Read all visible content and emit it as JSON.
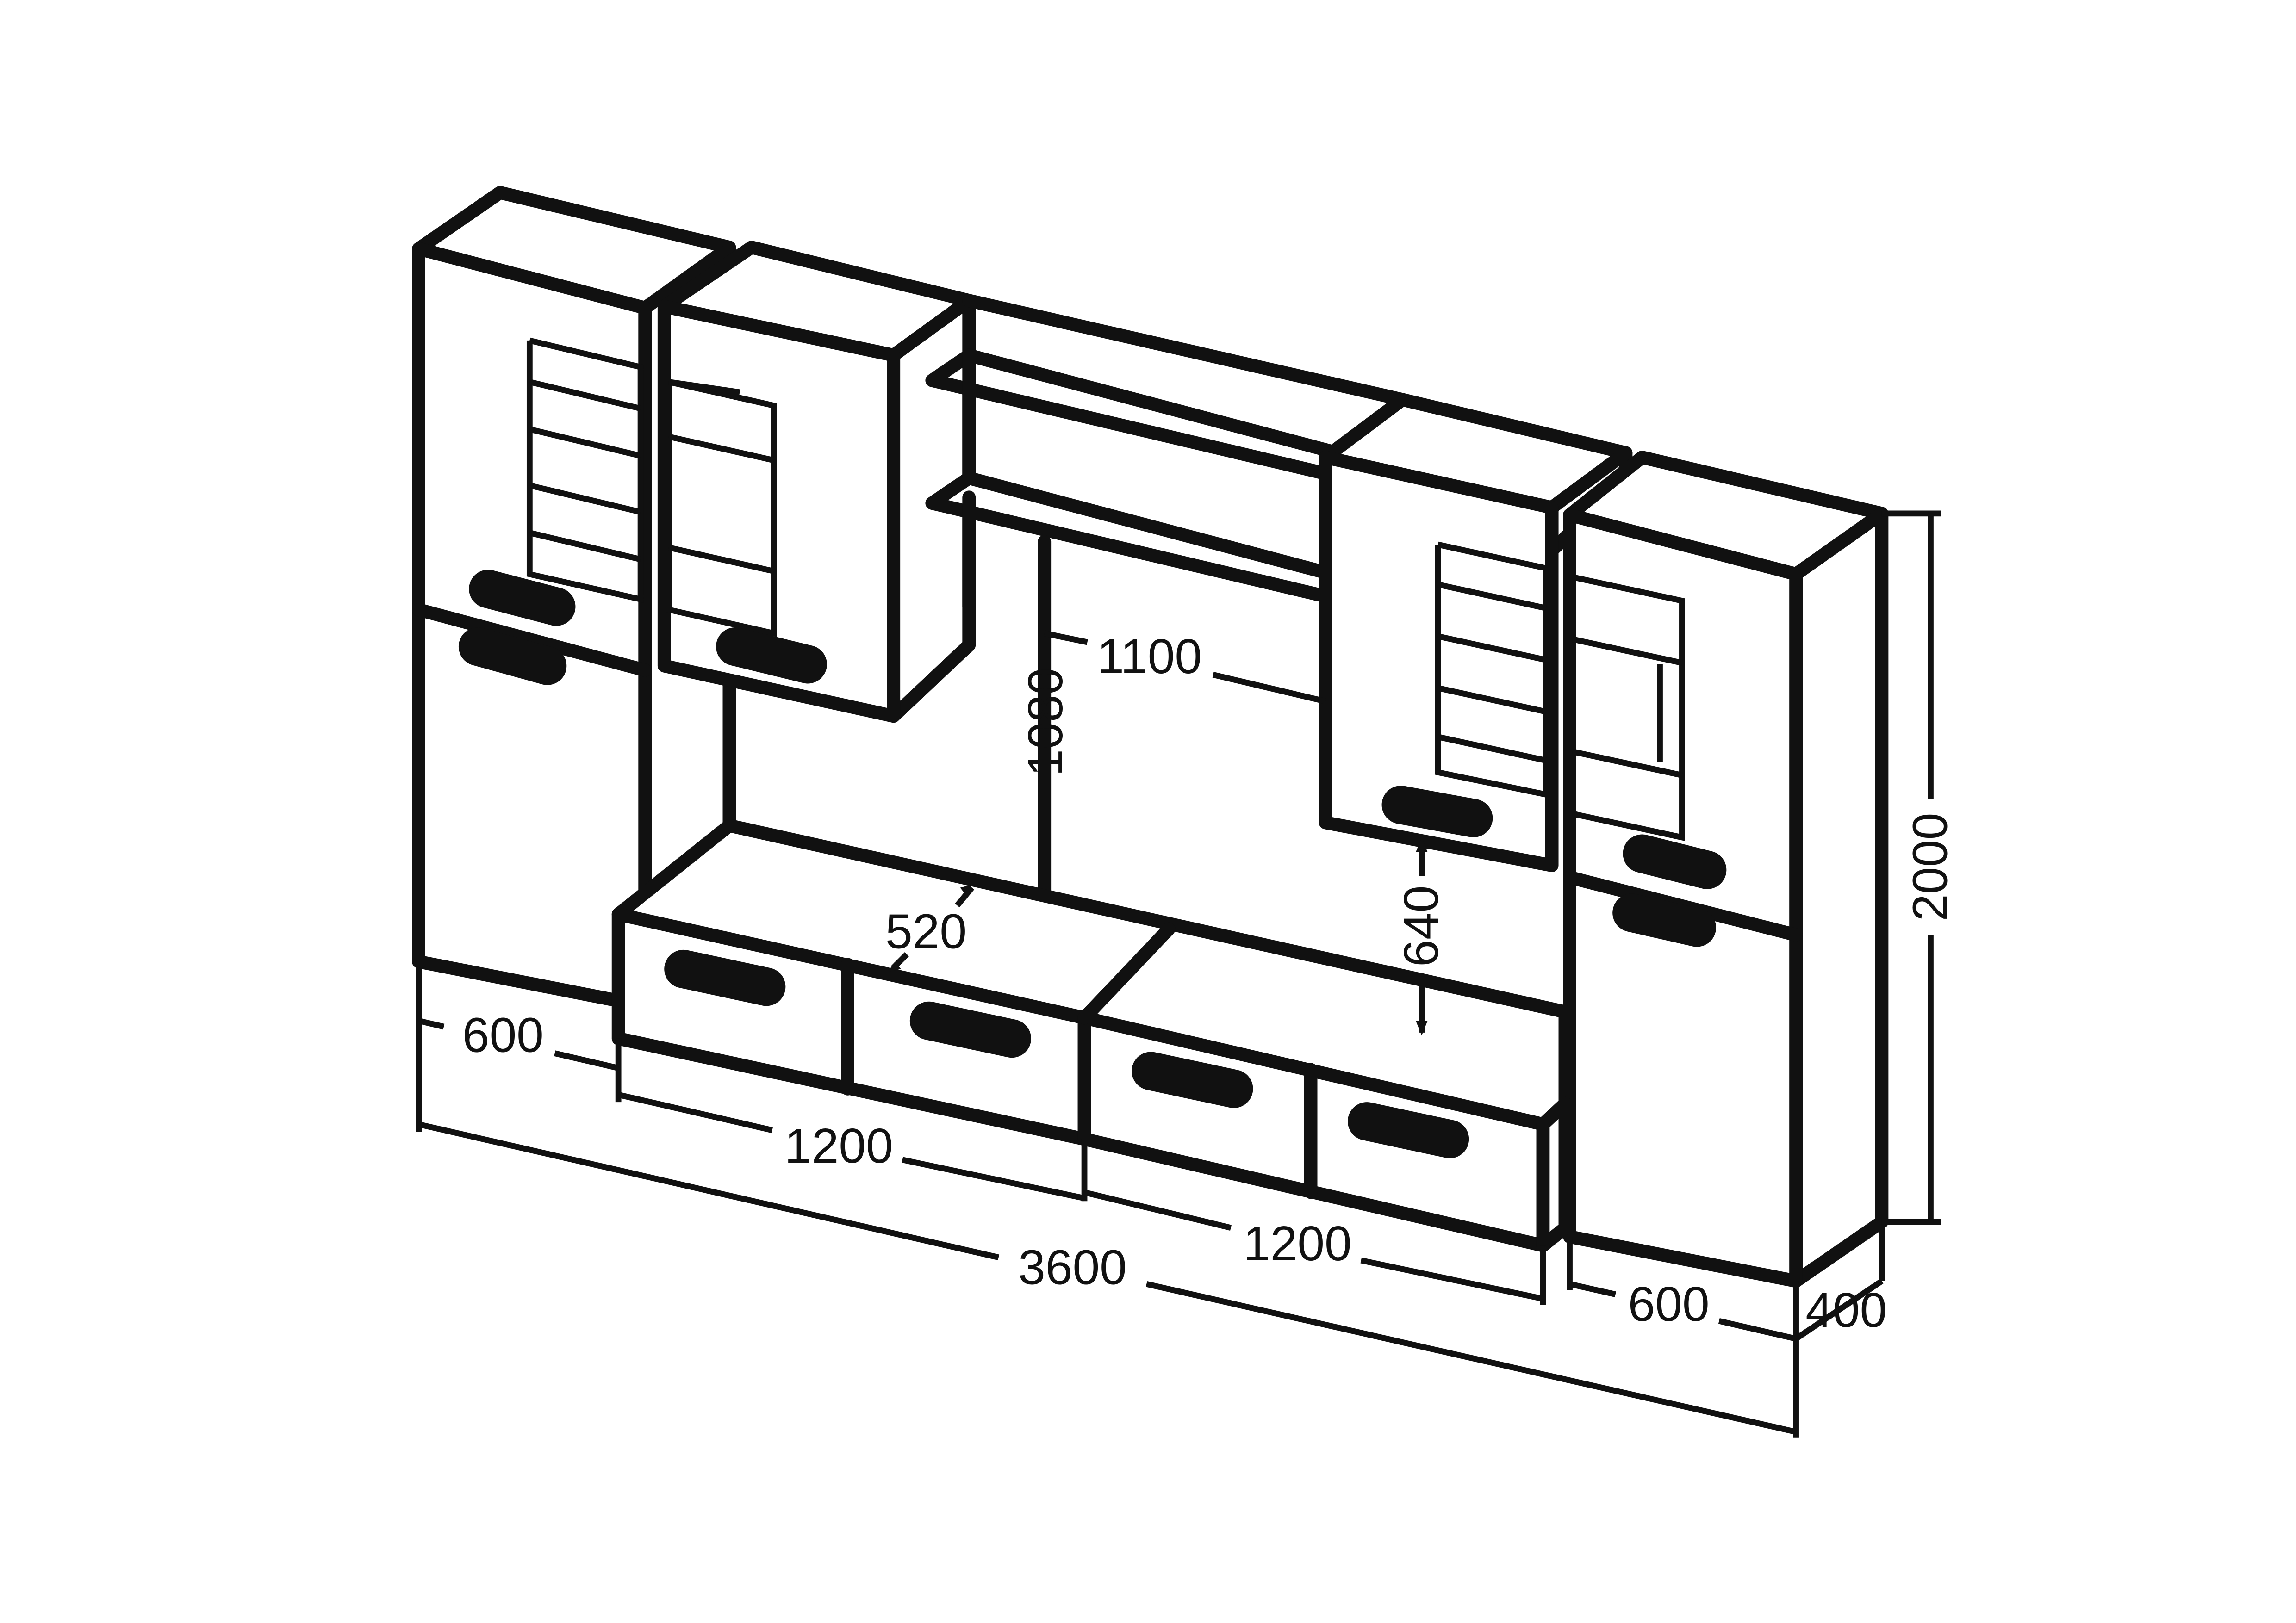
{
  "diagram": {
    "units": "mm",
    "dimensions": {
      "overall_width": "3600",
      "left_cabinet_width": "600",
      "tv_unit_left_width": "1200",
      "tv_unit_right_width": "1200",
      "right_cabinet_width": "600",
      "depth": "400",
      "height": "2000",
      "shelf_width": "1100",
      "wall_gap_height": "1080",
      "tv_unit_depth": "520",
      "clearance_height": "640"
    }
  }
}
